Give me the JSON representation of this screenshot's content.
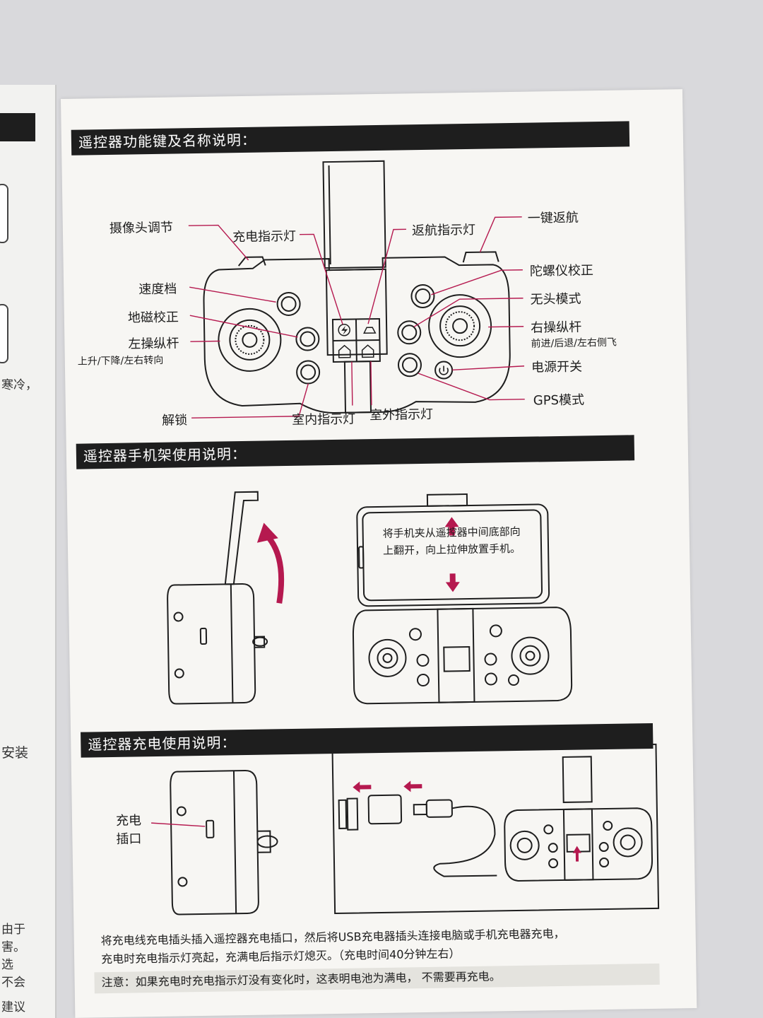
{
  "side_fragments": [
    "寒冷，",
    "安装",
    "由于",
    "害。",
    "选",
    "不会",
    "建议"
  ],
  "section1": {
    "title": "遥控器功能键及名称说明：",
    "labels": {
      "camera_adjust": "摄像头调节",
      "charge_indicator": "充电指示灯",
      "return_indicator": "返航指示灯",
      "one_key_return": "一键返航",
      "speed_gear": "速度档",
      "gyro_calibration": "陀螺仪校正",
      "compass_calibration": "地磁校正",
      "headless_mode": "无头模式",
      "left_stick": "左操纵杆",
      "left_stick_desc": "上升/下降/左右转向",
      "right_stick": "右操纵杆",
      "right_stick_desc": "前进/后退/左右侧飞",
      "power_switch": "电源开关",
      "unlock": "解锁",
      "gps_mode": "GPS模式",
      "indoor_indicator": "室内指示灯",
      "outdoor_indicator": "室外指示灯"
    }
  },
  "section2": {
    "title": "遥控器手机架使用说明：",
    "tip_line1": "将手机夹从遥控器中间底部向",
    "tip_line2": "上翻开，向上拉伸放置手机。"
  },
  "section3": {
    "title": "遥控器充电使用说明：",
    "port_label_1": "充电",
    "port_label_2": "插口",
    "instruction_line1": "将充电线充电插头插入遥控器充电插口，然后将USB充电器插头连接电脑或手机充电器充电，",
    "instruction_line2": "充电时充电指示灯亮起，充满电后指示灯熄灭。（充电时间40分钟左右）",
    "note": "注意：如果充电时充电指示灯没有变化时，这表明电池为满电， 不需要再充电。"
  },
  "colors": {
    "accent": "#b5194f",
    "bar": "#1e1e1e"
  }
}
